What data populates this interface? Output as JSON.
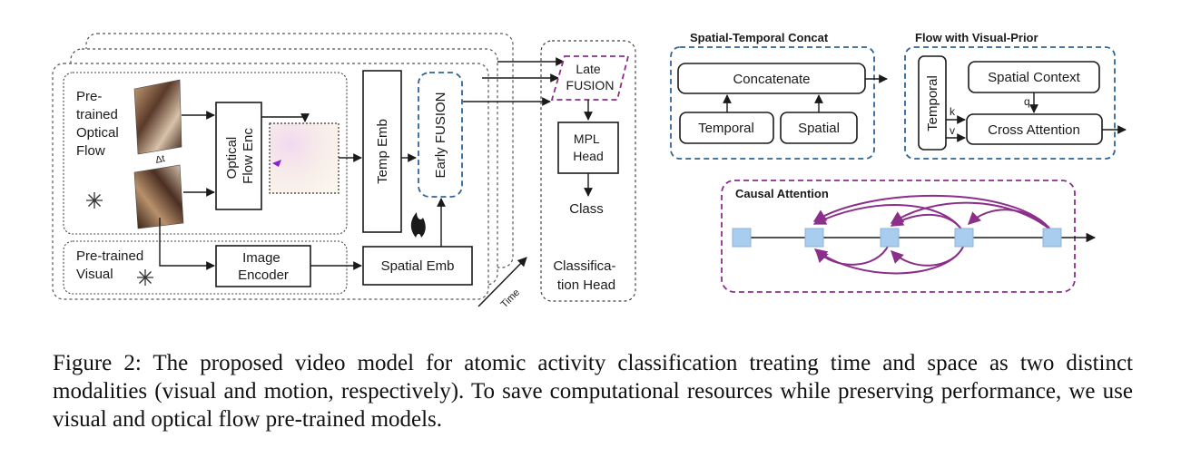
{
  "left": {
    "optical_flow_label": [
      "Pre-",
      "trained",
      "Optical",
      "Flow"
    ],
    "delta_t": "Δt",
    "optical_flow_enc": [
      "Optical",
      "Flow Enc"
    ],
    "temp_emb": "Temp Emb",
    "early_fusion": "Early FUSION",
    "visual_label": [
      "Pre-trained",
      "Visual"
    ],
    "image_encoder": [
      "Image",
      "Encoder"
    ],
    "spatial_emb": "Spatial Emb",
    "time_label": "Time",
    "late_fusion": [
      "Late",
      "FUSION"
    ],
    "mpl_head": [
      "MPL",
      "Head"
    ],
    "class_label": "Class",
    "classification_head": [
      "Classifica-",
      "tion Head"
    ]
  },
  "concat": {
    "title": "Spatial-Temporal Concat",
    "concatenate": "Concatenate",
    "temporal": "Temporal",
    "spatial": "Spatial"
  },
  "flow": {
    "title": "Flow with Visual-Prior",
    "temporal": "Temporal",
    "spatial_context": "Spatial Context",
    "cross_attention": "Cross Attention",
    "q": "q",
    "k": "k",
    "v": "v"
  },
  "causal": {
    "title": "Causal Attention"
  },
  "caption": {
    "text": "Figure 2: The proposed video model for atomic activity classification treating time and space as two distinct modalities (visual and motion, respectively). To save computational resources while preserving performance, we use visual and optical flow pre-trained models."
  },
  "colors": {
    "dashed_blue": "#2f6496",
    "purple": "#8b2f8b",
    "token": "#a9cdee",
    "ink": "#1a1a1a"
  }
}
